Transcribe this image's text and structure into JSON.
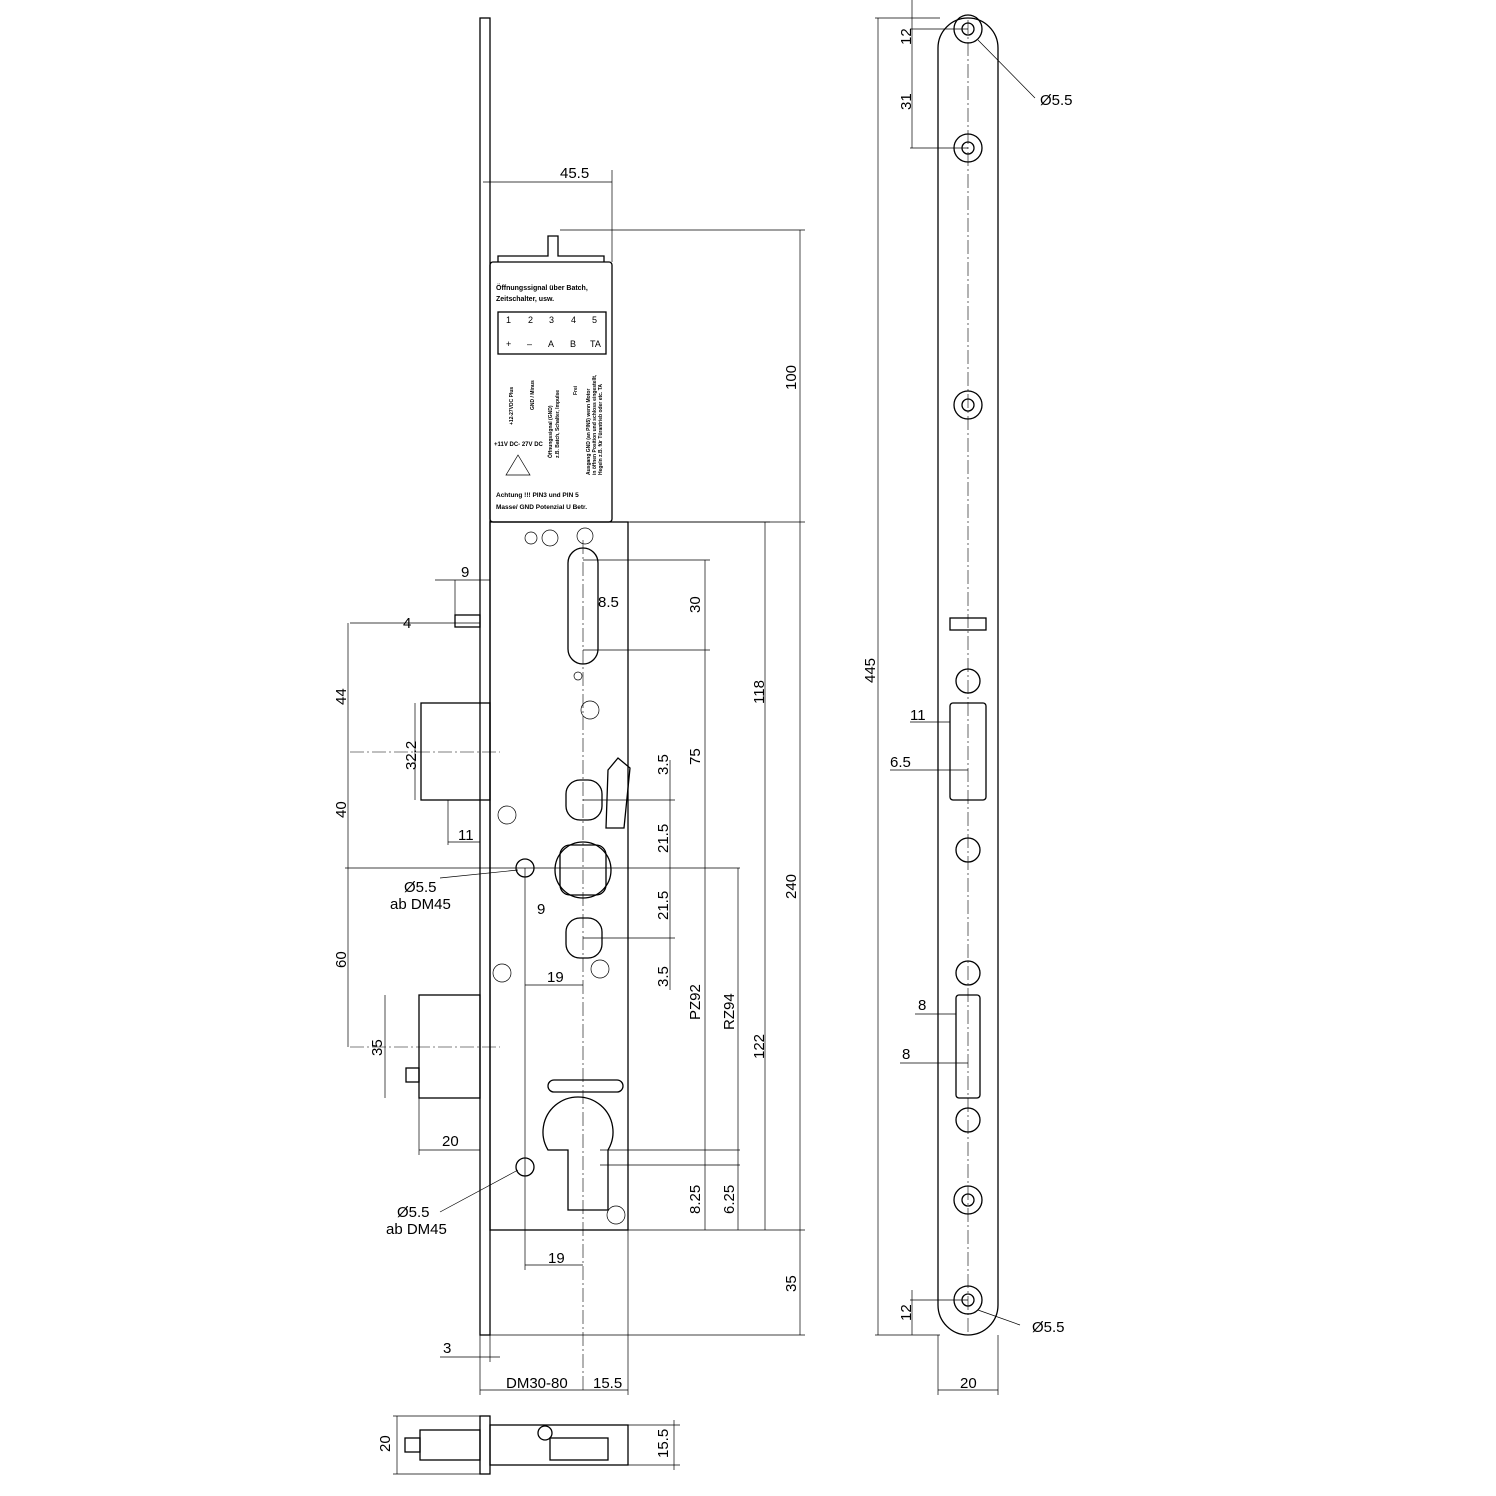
{
  "module": {
    "title1": "Öffnungssignal über Batch,",
    "title2": "Zeitschalter, usw.",
    "pins": [
      "1",
      "2",
      "3",
      "4",
      "5"
    ],
    "pin_labels": [
      "+",
      "–",
      "A",
      "B",
      "TA"
    ],
    "desc": [
      "+12-27VDC Plus",
      "GND / Minus",
      "Öffnungssignal (GND)",
      "z.B. Batch, Schalter, Impulse",
      "Frei",
      "Ausgang GND (an PIN5) wenn Motor",
      "in öffnen Position und schloss eingestellt,",
      "Hegeln z.B. für Türantrieb oder etc. TA"
    ],
    "supply": "+11V DC- 27V DC",
    "warn1": "Achtung !!! PIN3 und PIN 5",
    "warn2": "Masse/ GND Potenzial U Betr."
  },
  "dims": {
    "d45_5": "45.5",
    "d100": "100",
    "d9a": "9",
    "d4": "4",
    "d8_5": "8.5",
    "d30": "30",
    "d118": "118",
    "d44": "44",
    "d32_2": "32.2",
    "d3_5a": "3.5",
    "d75": "75",
    "d40": "40",
    "d11a": "11",
    "d21_5a": "21.5",
    "dia1": "Ø5.5",
    "ab1": "ab DM45",
    "d240": "240",
    "d9b": "9",
    "d21_5b": "21.5",
    "d60": "60",
    "d19a": "19",
    "d3_5b": "3.5",
    "pz92": "PZ92",
    "rz94": "RZ94",
    "d35a": "35",
    "d122": "122",
    "d20a": "20",
    "dia2": "Ø5.5",
    "ab2": "ab DM45",
    "d8_25": "8.25",
    "d6_25": "6.25",
    "d19b": "19",
    "d35b": "35",
    "d3": "3",
    "dm": "DM30-80",
    "d15_5a": "15.5",
    "d20b": "20",
    "d15_5b": "15.5",
    "r12a": "12",
    "rdia1": "Ø5.5",
    "r31": "31",
    "r445": "445",
    "r11": "11",
    "r6_5": "6.5",
    "r8a": "8",
    "r8b": "8",
    "r12b": "12",
    "rdia2": "Ø5.5",
    "r20": "20"
  }
}
